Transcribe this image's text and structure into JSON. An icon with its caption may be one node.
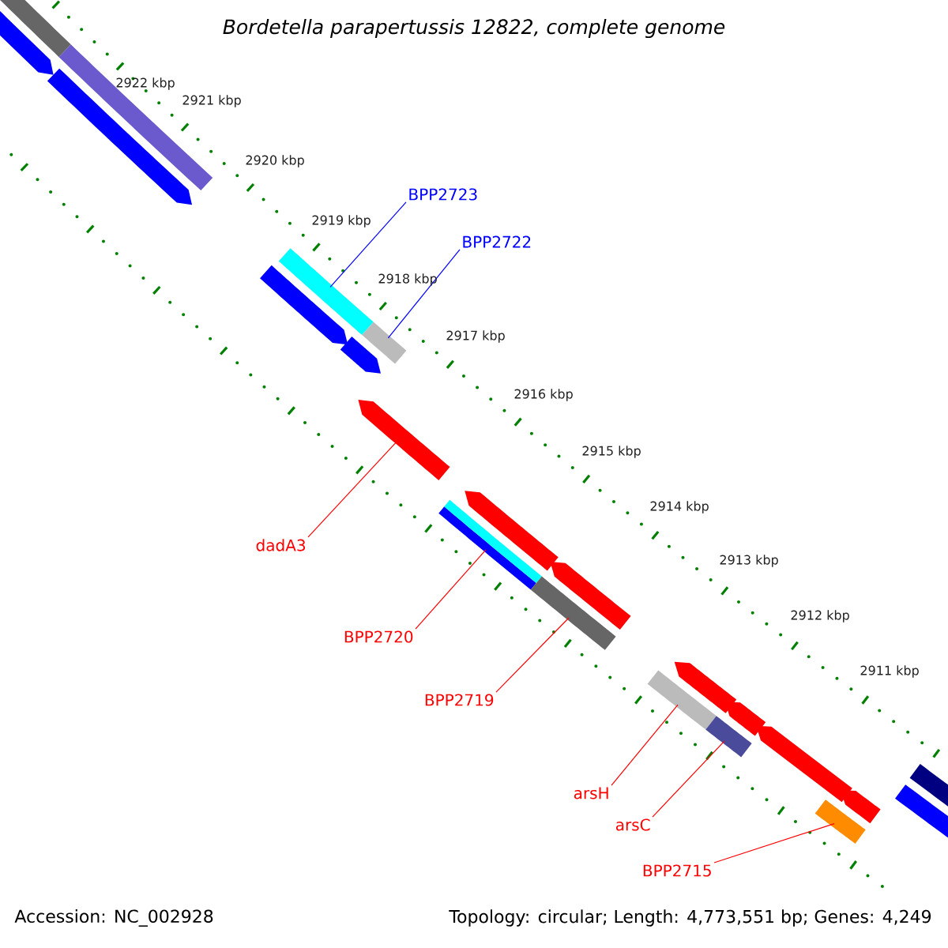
{
  "diagram": {
    "title": "Bordetella parapertussis 12822, complete genome",
    "nodes": [
      {
        "text": [
          "BPP2723"
        ]
      },
      {
        "text": [],
        "shape": "bar"
      },
      {
        "text": [
          "BPP2722"
        ]
      },
      {
        "text": [],
        "shape": "bar"
      },
      {
        "text": [
          "dadA3"
        ]
      },
      {
        "text": [],
        "shape": "bar"
      },
      {
        "text": [
          "BPP2720"
        ]
      },
      {
        "text": [],
        "shape": "bar"
      },
      {
        "text": [
          "BPP2719"
        ]
      },
      {
        "text": [],
        "shape": "bar"
      },
      {
        "text": [
          "arsH"
        ]
      },
      {
        "text": [],
        "shape": "bar"
      },
      {
        "text": [
          "arsC"
        ]
      },
      {
        "text": [],
        "shape": "bar"
      },
      {
        "text": [
          "BPP2715"
        ]
      },
      {
        "text": [],
        "shape": "bar"
      },
      {
        "text": [],
        "shape": "bar"
      },
      {
        "text": [],
        "shape": "bar"
      },
      {
        "text": [],
        "shape": "bar"
      },
      {
        "text": [],
        "shape": "bar"
      },
      {
        "text": [],
        "shape": "bar"
      },
      {
        "text": [],
        "shape": "bar"
      },
      {
        "text": [],
        "shape": "bar"
      },
      {
        "text": [],
        "shape": "bar"
      },
      {
        "text": [],
        "shape": "bar"
      },
      {
        "text": [],
        "shape": "bar"
      },
      {
        "text": [],
        "shape": "bar"
      },
      {
        "text": [],
        "shape": "bar"
      },
      {
        "text": [],
        "shape": "bar"
      },
      {
        "text": [],
        "shape": "bar"
      }
    ],
    "edges": [
      {
        "from": 0,
        "to": 1,
        "arrow": "none",
        "color": "#0000ff"
      },
      {
        "from": 2,
        "to": 3,
        "arrow": "none",
        "color": "#0000ff"
      },
      {
        "from": 4,
        "to": 5,
        "arrow": "none"
      },
      {
        "from": 6,
        "to": 7,
        "arrow": "none"
      },
      {
        "from": 8,
        "to": 9,
        "arrow": "none"
      },
      {
        "from": 10,
        "to": 11,
        "arrow": "none"
      },
      {
        "from": 12,
        "to": 13,
        "arrow": "none"
      },
      {
        "from": 14,
        "to": 15,
        "arrow": "none"
      }
    ],
    "labels": [
      "2922 kbp",
      "2921 kbp",
      "2920 kbp",
      "2919 kbp",
      "2918 kbp",
      "2917 kbp",
      "2916 kbp",
      "2915 kbp",
      "2914 kbp",
      "2913 kbp",
      "2912 kbp",
      "2911 kbp",
      "Accession: NC_002928",
      "Topology: circular; Length: 4,773,551 bp; Genes: 4,249"
    ]
  }
}
